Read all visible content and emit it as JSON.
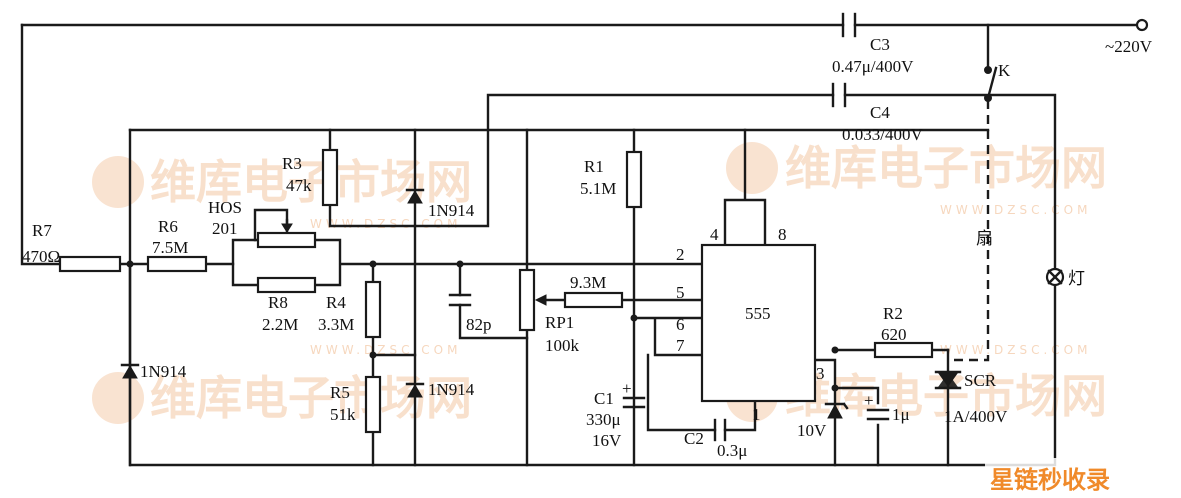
{
  "watermark": {
    "text": "维库电子市场网",
    "url": "WWW.DZSC.COM"
  },
  "banner": {
    "text": "星链秒收录"
  },
  "power": {
    "label": "~220V"
  },
  "components": {
    "r7": {
      "ref": "R7",
      "value": "470Ω"
    },
    "r6": {
      "ref": "R6",
      "value": "7.5M"
    },
    "hos": {
      "ref": "HOS",
      "value": "201"
    },
    "r3": {
      "ref": "R3",
      "value": "47k"
    },
    "r8": {
      "ref": "R8",
      "value": "2.2M"
    },
    "r4": {
      "ref": "R4",
      "value": "3.3M"
    },
    "r5": {
      "ref": "R5",
      "value": "51k"
    },
    "d_top": {
      "value": "1N914"
    },
    "d_mid": {
      "value": "1N914"
    },
    "d_left": {
      "value": "1N914"
    },
    "c_82p": {
      "value": "82p"
    },
    "rp1": {
      "ref": "RP1",
      "value": "100k"
    },
    "r_93": {
      "value": "9.3M"
    },
    "r1": {
      "ref": "R1",
      "value": "5.1M"
    },
    "c1": {
      "ref": "C1",
      "value": "330μ",
      "voltage": "16V"
    },
    "c2": {
      "ref": "C2",
      "value": "0.3μ"
    },
    "ic": {
      "value": "555",
      "pins": [
        "4",
        "8",
        "2",
        "5",
        "6",
        "7",
        "3",
        "1"
      ]
    },
    "r2": {
      "ref": "R2",
      "value": "620"
    },
    "zener": {
      "value": "10V"
    },
    "c_1u": {
      "value": "1μ"
    },
    "scr": {
      "ref": "SCR",
      "value": "1A/400V"
    },
    "c3": {
      "ref": "C3",
      "value": "0.47μ/400V"
    },
    "c4": {
      "ref": "C4",
      "value": "0.033/400V"
    },
    "switch": {
      "ref": "K"
    },
    "fan": {
      "label": "扇"
    },
    "lamp": {
      "label": "灯"
    }
  }
}
